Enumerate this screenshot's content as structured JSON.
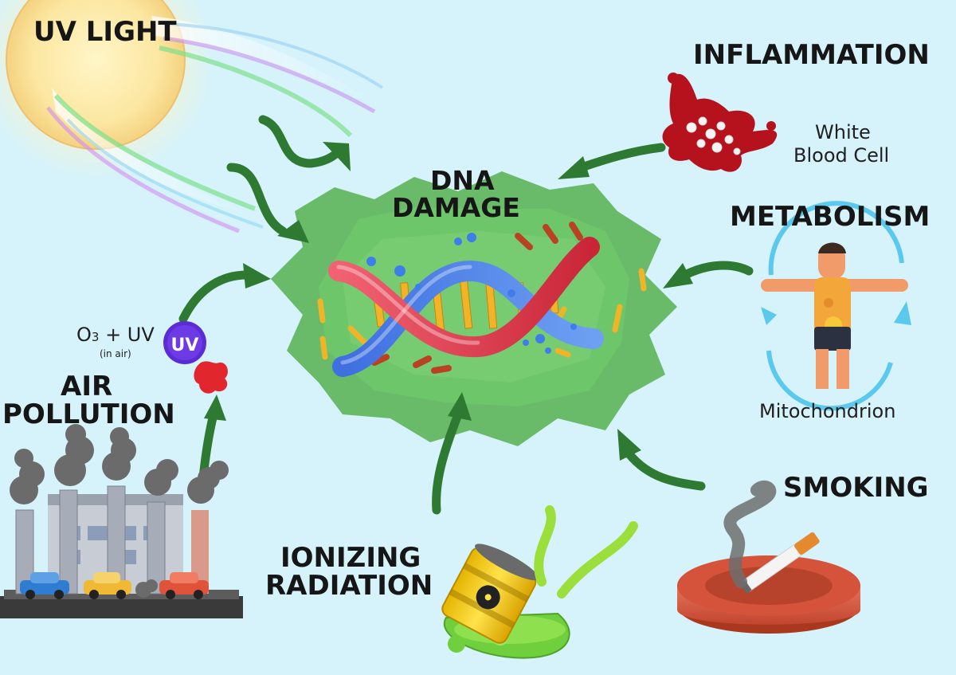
{
  "center": {
    "line1": "DNA",
    "line2": "DAMAGE"
  },
  "sources": {
    "uv_light": {
      "label": "UV LIGHT"
    },
    "inflammation": {
      "label": "INFLAMMATION",
      "caption_line1": "White",
      "caption_line2": "Blood Cell"
    },
    "metabolism": {
      "label": "METABOLISM",
      "caption": "Mitochondrion"
    },
    "smoking": {
      "label": "SMOKING"
    },
    "ionizing_radiation": {
      "line1": "IONIZING",
      "line2": "RADIATION"
    },
    "air_pollution": {
      "line1": "AIR",
      "line2": "POLLUTION",
      "formula": {
        "o": "O",
        "sub": "3",
        "rest": " + UV",
        "note": "(in air)"
      },
      "uv_badge": "UV"
    }
  },
  "colors": {
    "background": "#d6f3fb",
    "arrow_green": "#2f7a33",
    "dna_red": "#e0384a",
    "dna_blue": "#3f74e0",
    "blob_green": "#5fb65c",
    "uv_badge": "#5b2bd6"
  }
}
